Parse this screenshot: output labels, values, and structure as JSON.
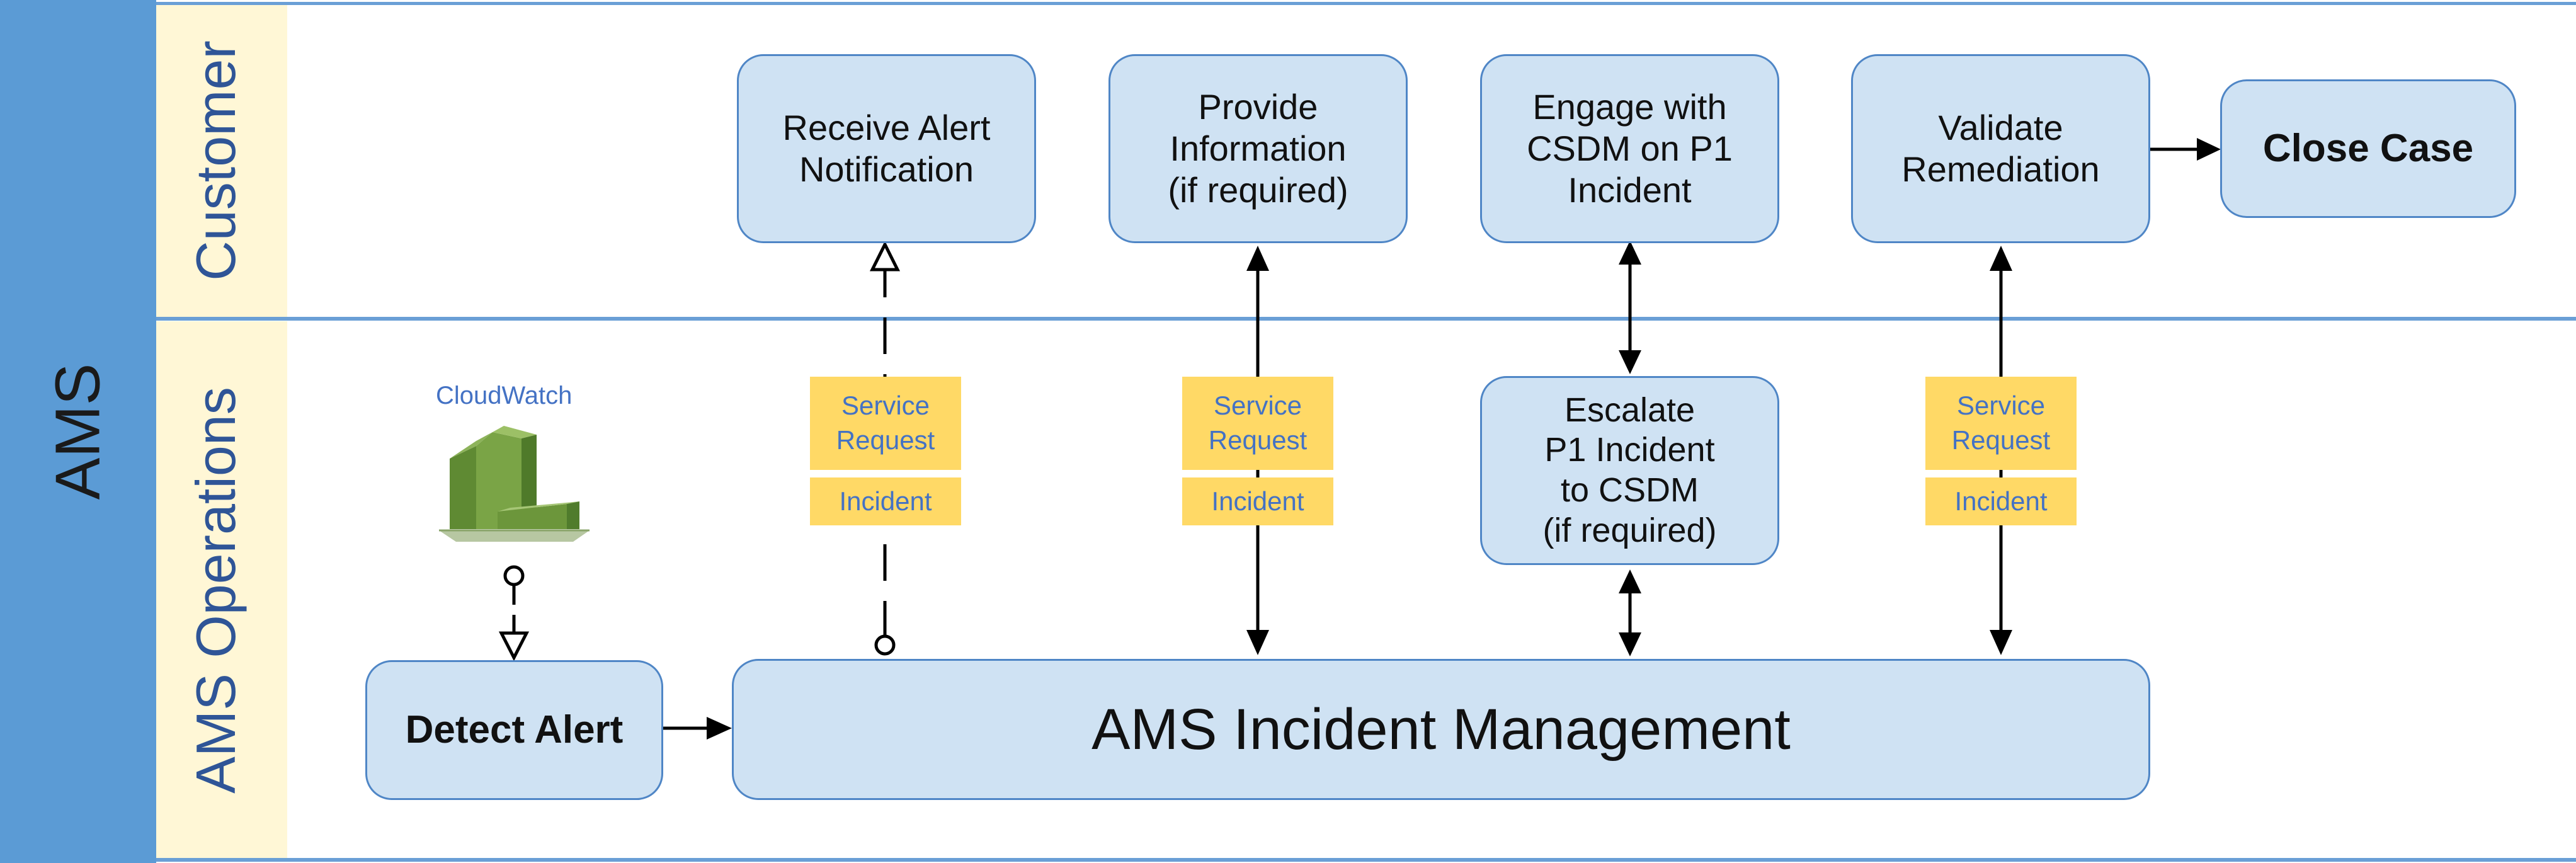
{
  "pool": {
    "label": "AMS"
  },
  "lanes": {
    "customer": "Customer",
    "operations": "AMS Operations"
  },
  "monitor": {
    "label": "CloudWatch",
    "icon": "cloudwatch-icon"
  },
  "nodes": {
    "receive_alert": "Receive Alert\nNotification",
    "provide_info": "Provide\nInformation\n(if required)",
    "engage_csdm": "Engage with\nCSDM on P1\nIncident",
    "validate": "Validate\nRemediation",
    "close_case": "Close Case",
    "escalate": "Escalate\nP1 Incident\nto CSDM\n(if required)",
    "detect_alert": "Detect Alert",
    "incident_mgmt": "AMS Incident Management"
  },
  "tags": {
    "service_request": "Service\nRequest",
    "incident": "Incident"
  },
  "colors": {
    "pool": "#5b9bd5",
    "lane_header": "#fff7d6",
    "node_fill": "#cfe2f3",
    "node_border": "#4f86c6",
    "tag_fill": "#ffd966",
    "tag_text": "#4472c4",
    "cloudwatch": "#6b9a3a"
  }
}
